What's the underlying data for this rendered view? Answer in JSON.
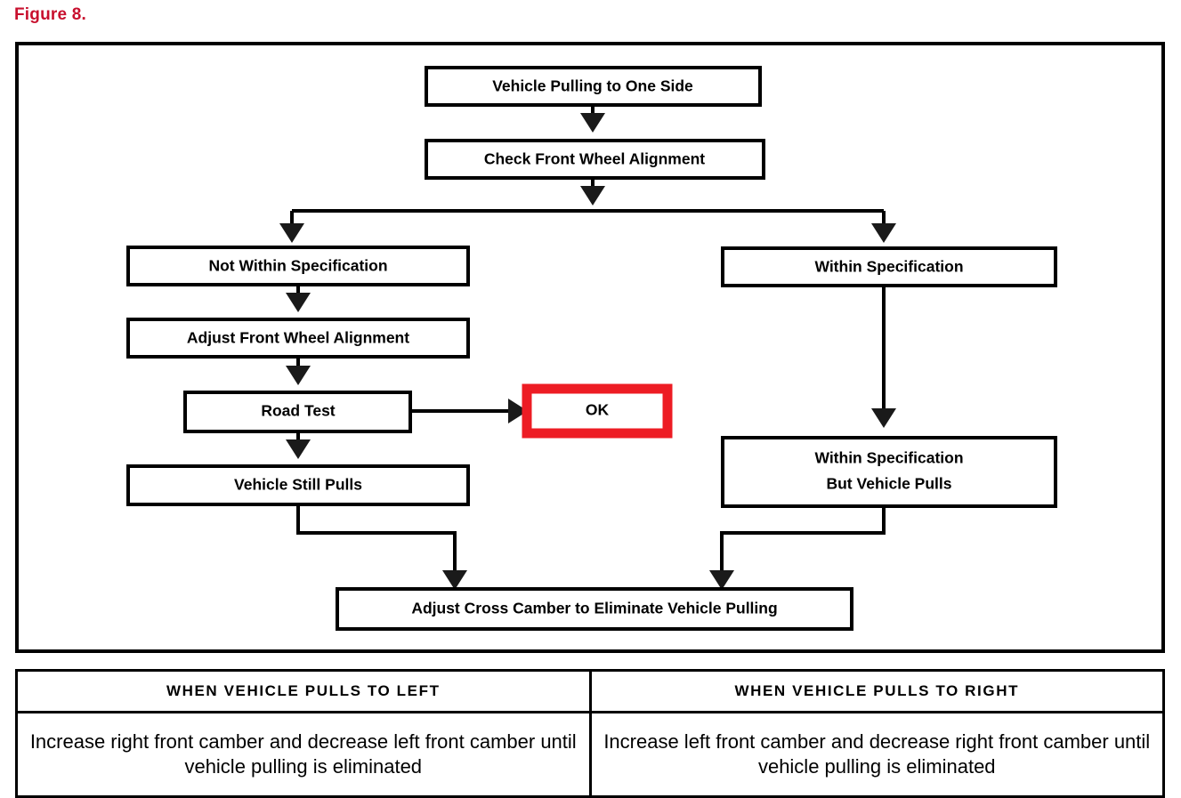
{
  "figure": {
    "label": "Figure 8."
  },
  "colors": {
    "figure_label": "#C8102E",
    "ok_box_border": "#ED1C24",
    "node_border": "#000000",
    "background": "#FFFFFF"
  },
  "flowchart": {
    "type": "flowchart",
    "nodes": [
      {
        "id": "start",
        "label": "Vehicle Pulling to One Side"
      },
      {
        "id": "check",
        "label": "Check Front Wheel Alignment"
      },
      {
        "id": "not-within-spec",
        "label": "Not Within Specification"
      },
      {
        "id": "adjust-front",
        "label": "Adjust Front Wheel Alignment"
      },
      {
        "id": "road-test",
        "label": "Road Test"
      },
      {
        "id": "ok",
        "label": "OK"
      },
      {
        "id": "still-pulls",
        "label": "Vehicle Still Pulls"
      },
      {
        "id": "within-spec",
        "label": "Within Specification"
      },
      {
        "id": "within-spec-pulls-line1",
        "label": "Within Specification"
      },
      {
        "id": "within-spec-pulls-line2",
        "label": "But Vehicle Pulls"
      },
      {
        "id": "adjust-cross-camber",
        "label": "Adjust Cross Camber to Eliminate Vehicle Pulling"
      }
    ],
    "edges": [
      {
        "from": "start",
        "to": "check"
      },
      {
        "from": "check",
        "to": "not-within-spec"
      },
      {
        "from": "check",
        "to": "within-spec"
      },
      {
        "from": "not-within-spec",
        "to": "adjust-front"
      },
      {
        "from": "adjust-front",
        "to": "road-test"
      },
      {
        "from": "road-test",
        "to": "ok"
      },
      {
        "from": "road-test",
        "to": "still-pulls"
      },
      {
        "from": "within-spec",
        "to": "within-spec-pulls"
      },
      {
        "from": "still-pulls",
        "to": "adjust-cross-camber"
      },
      {
        "from": "within-spec-pulls",
        "to": "adjust-cross-camber"
      }
    ]
  },
  "table": {
    "headers": [
      "WHEN VEHICLE PULLS TO LEFT",
      "WHEN VEHICLE PULLS TO RIGHT"
    ],
    "rows": [
      [
        "Increase right front camber and decrease left front camber until vehicle pulling is eliminated",
        "Increase left front camber and decrease right front camber until vehicle pulling is eliminated"
      ]
    ]
  }
}
